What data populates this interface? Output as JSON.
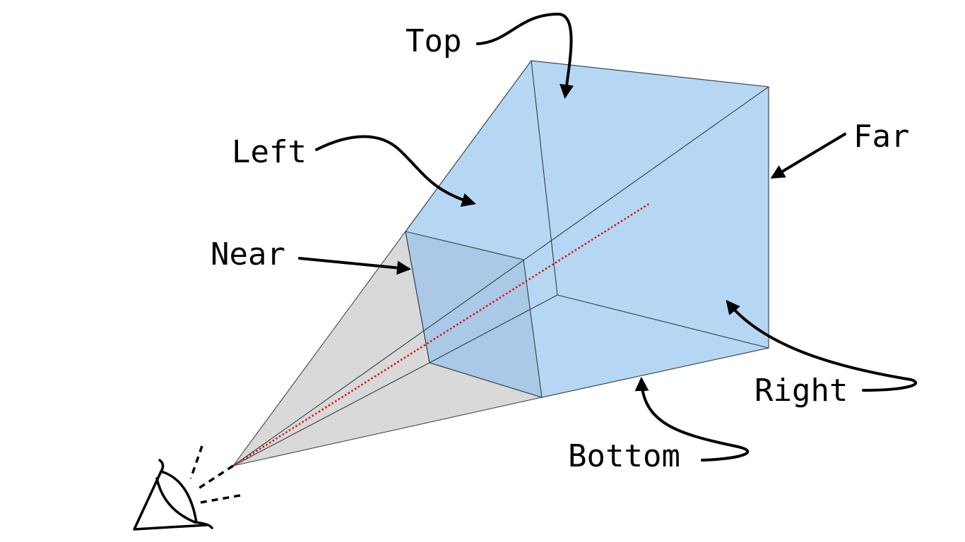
{
  "labels": {
    "top": "Top",
    "left": "Left",
    "near": "Near",
    "far": "Far",
    "right": "Right",
    "bottom": "Bottom"
  },
  "colors": {
    "frustum_fill": "#b6d7f3",
    "near_face_fill": "#a9c9e6",
    "pyramid_fill": "#d9d9d9",
    "edge": "#2f3a46",
    "view_axis": "#e01010",
    "arrow": "#000000"
  },
  "icons": [
    "eye-icon"
  ]
}
